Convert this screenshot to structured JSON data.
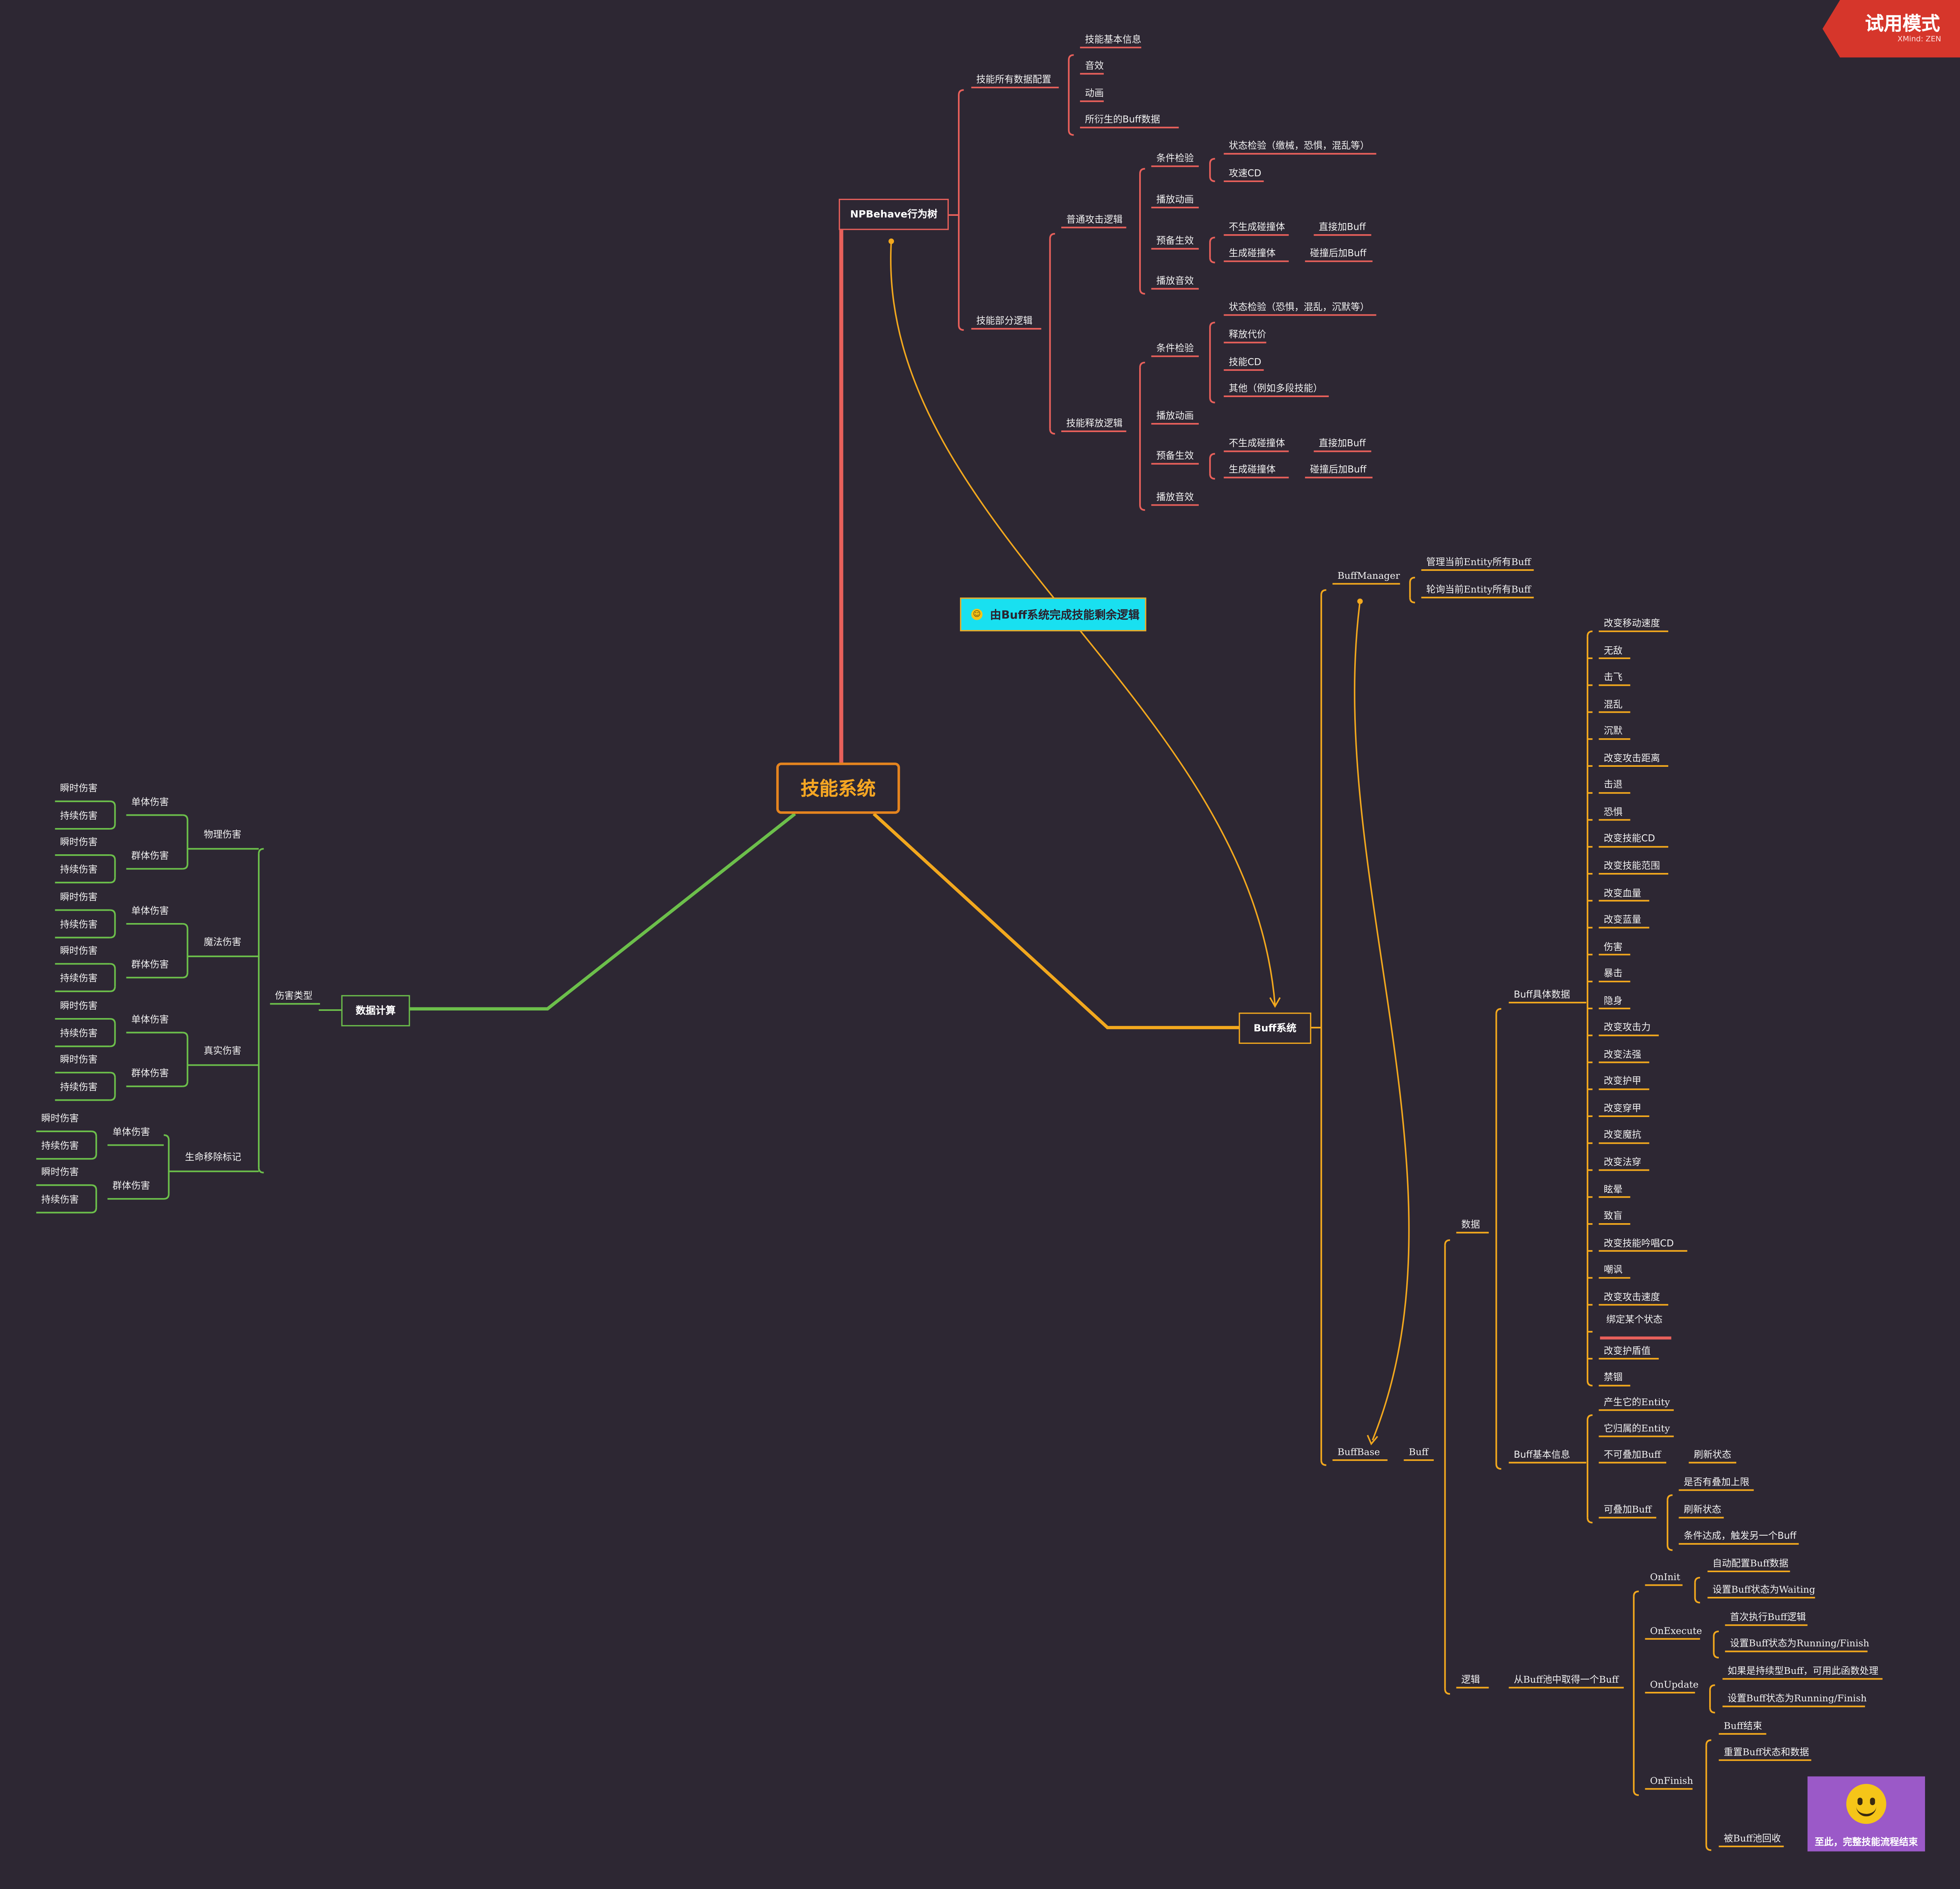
{
  "watermark": {
    "title": "试用模式",
    "sub": "XMind: ZEN"
  },
  "root": "技能系统",
  "note": "由Buff系统完成技能剩余逻辑",
  "endcard": "至此，完整技能流程结束",
  "colors": {
    "background": "#2d2733",
    "npbehave": "#e8605b",
    "buff": "#f2a81e",
    "calc": "#6cbf4b",
    "root": "#e5841f",
    "note": "#19e0f0",
    "watermark": "#d6362b",
    "endcard": "#9b59c8"
  },
  "nodes": {
    "npbehave": "NPBehave行为树",
    "buff_system": "Buff系统",
    "calc": "数据计算",
    "npb_cfg": "技能所有数据配置",
    "npb_cfg_1": "技能基本信息",
    "npb_cfg_2": "音效",
    "npb_cfg_3": "动画",
    "npb_cfg_4": "所衍生的Buff数据",
    "npb_logic": "技能部分逻辑",
    "npb_normal": "普通攻击逻辑",
    "na_check": "条件检验",
    "na_check_1": "状态检验（缴械，恐惧，混乱等）",
    "na_check_2": "攻速CD",
    "na_anim": "播放动画",
    "na_pre": "预备生效",
    "na_pre_1": "不生成碰撞体",
    "na_pre_1a": "直接加Buff",
    "na_pre_2": "生成碰撞体",
    "na_pre_2a": "碰撞后加Buff",
    "na_sfx": "播放音效",
    "npb_cast": "技能释放逻辑",
    "sc_check": "条件检验",
    "sc_check_1": "状态检验（恐惧，混乱，沉默等）",
    "sc_check_2": "释放代价",
    "sc_check_3": "技能CD",
    "sc_check_4": "其他（例如多段技能）",
    "sc_anim": "播放动画",
    "sc_pre": "预备生效",
    "sc_pre_1": "不生成碰撞体",
    "sc_pre_1a": "直接加Buff",
    "sc_pre_2": "生成碰撞体",
    "sc_pre_2a": "碰撞后加Buff",
    "sc_sfx": "播放音效",
    "bm": "BuffManager",
    "bm_1": "管理当前Entity所有Buff",
    "bm_2": "轮询当前Entity所有Buff",
    "bb": "BuffBase",
    "bb_buff": "Buff",
    "data": "数据",
    "detail": "Buff具体数据",
    "basic": "Buff基本信息",
    "basic_1": "产生它的Entity",
    "basic_2": "它归属的Entity",
    "basic_3": "不可叠加Buff",
    "basic_3a": "刷新状态",
    "basic_4": "可叠加Buff",
    "basic_4a": "是否有叠加上限",
    "basic_4b": "刷新状态",
    "basic_4c": "条件达成，触发另一个Buff",
    "logic": "逻辑",
    "pool": "从Buff池中取得一个Buff",
    "oninit": "OnInit",
    "oninit_1": "自动配置Buff数据",
    "oninit_2": "设置Buff状态为Waiting",
    "onexec": "OnExecute",
    "onexec_1": "首次执行Buff逻辑",
    "onexec_2": "设置Buff状态为Running/Finish",
    "onupd": "OnUpdate",
    "onupd_1": "如果是持续型Buff，可用此函数处理",
    "onupd_2": "设置Buff状态为Running/Finish",
    "onfin": "OnFinish",
    "onfin_1": "Buff结束",
    "onfin_2": "重置Buff状态和数据",
    "onfin_3": "被Buff池回收",
    "dmg_type": "伤害类型",
    "phys": "物理伤害",
    "magic": "魔法伤害",
    "true": "真实伤害",
    "lifesteal": "生命移除标记",
    "single": "单体伤害",
    "group": "群体伤害",
    "instant": "瞬时伤害",
    "dot": "持续伤害"
  },
  "buff_effects": [
    "改变移动速度",
    "无敌",
    "击飞",
    "混乱",
    "沉默",
    "改变攻击距离",
    "击退",
    "恐惧",
    "改变技能CD",
    "改变技能范围",
    "改变血量",
    "改变蓝量",
    "伤害",
    "暴击",
    "隐身",
    "改变攻击力",
    "改变法强",
    "改变护甲",
    "改变穿甲",
    "改变魔抗",
    "改变法穿",
    "眩晕",
    "致盲",
    "改变技能吟唱CD",
    "嘲讽",
    "改变攻击速度",
    "绑定某个状态",
    "改变护盾值",
    "禁锢"
  ]
}
